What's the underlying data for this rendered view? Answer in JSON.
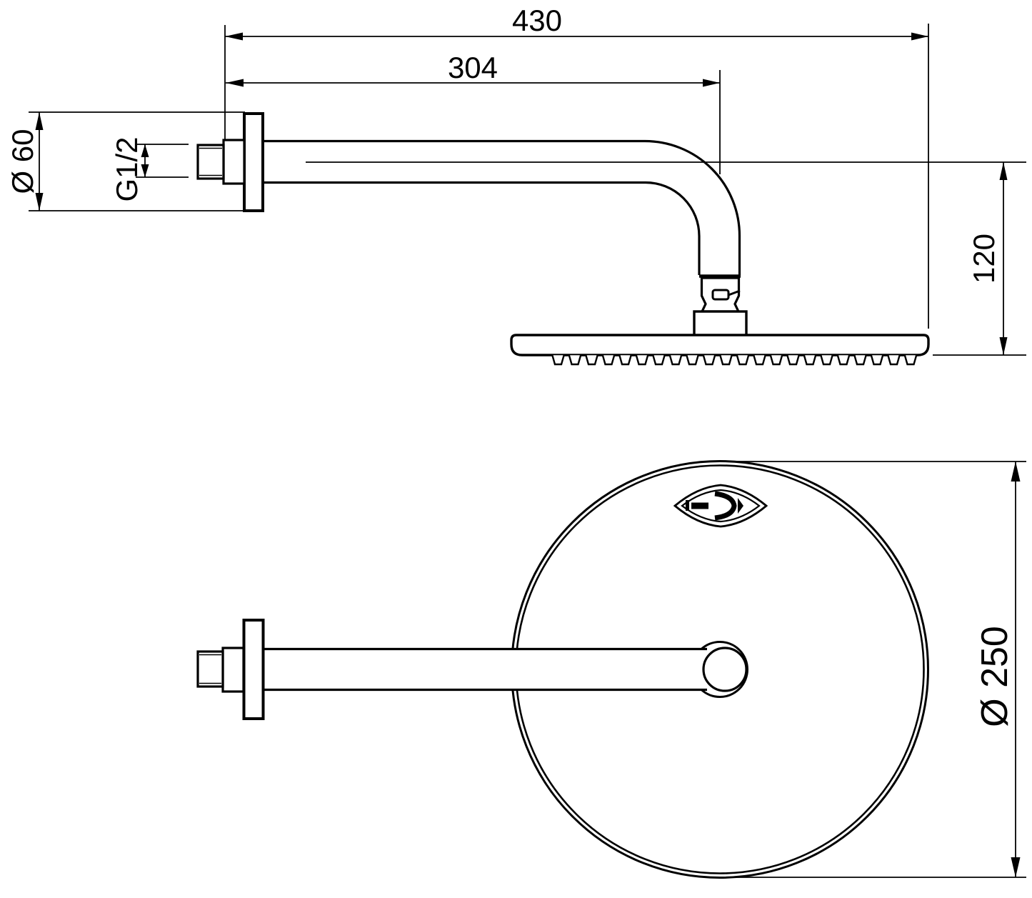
{
  "drawing": {
    "type": "technical-dimension-drawing",
    "subject": "wall-mounted overhead shower with shower arm",
    "views": [
      "side-view",
      "plan-view"
    ],
    "colors": {
      "line": "#000000",
      "background": "#ffffff"
    },
    "dimensions": {
      "overall_length": "430",
      "arm_projection": "304",
      "flange_diameter": "Ø 60",
      "thread_size": "G1/2",
      "head_drop": "120",
      "head_diameter": "Ø 250"
    },
    "icons": {
      "brand_logo": "rounded-diamond-lozenge-logo"
    }
  }
}
